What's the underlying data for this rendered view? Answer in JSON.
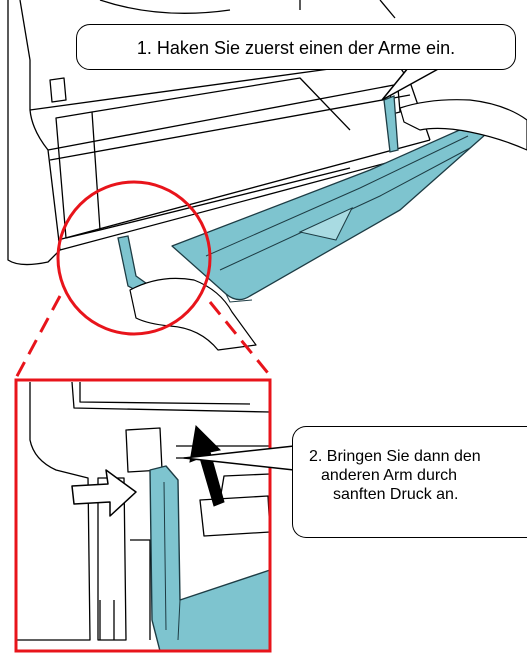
{
  "callouts": {
    "step1": "1. Haken Sie zuerst einen der Arme ein.",
    "step2_line1": "2. Bringen Sie dann den",
    "step2_line2": "anderen Arm durch",
    "step2_line3": "sanften Druck an."
  },
  "colors": {
    "tray_fill": "#7ec4cf",
    "tray_stroke": "#1d3c44",
    "highlight_red": "#e8141b",
    "outline": "#000000",
    "skin": "#ffffff"
  },
  "icons": {
    "push_arrow": "right-arrow-icon",
    "lift_arrow": "up-arrow-icon"
  }
}
